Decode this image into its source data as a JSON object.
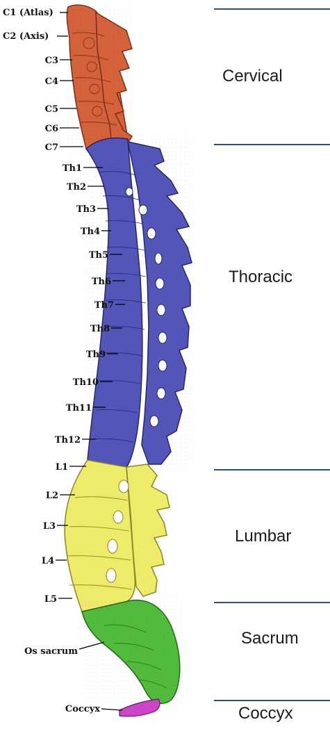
{
  "colors": {
    "cervical": "#d4623a",
    "thoracic": "#5356b8",
    "lumbar": "#eeea6a",
    "sacrum": "#52ba3c",
    "coccyx": "#cc44c8",
    "divider": "#2c4f86"
  },
  "vertebra_labels": {
    "c1": "C1 (Atlas)",
    "c2": "C2 (Axis)",
    "c3": "C3",
    "c4": "C4",
    "c5": "C5",
    "c6": "C6",
    "c7": "C7",
    "th1": "Th1",
    "th2": "Th2",
    "th3": "Th3",
    "th4": "Th4",
    "th5": "Th5",
    "th6": "Th6",
    "th7": "Th7",
    "th8": "Th8",
    "th9": "Th9",
    "th10": "Th10",
    "th11": "Th11",
    "th12": "Th12",
    "l1": "L1",
    "l2": "L2",
    "l3": "L3",
    "l4": "L4",
    "l5": "L5",
    "os_sacrum": "Os sacrum",
    "coccyx": "Coccyx"
  },
  "regions": {
    "cervical": "Cervical",
    "thoracic": "Thoracic",
    "lumbar": "Lumbar",
    "sacrum": "Sacrum",
    "coccyx": "Coccyx"
  }
}
